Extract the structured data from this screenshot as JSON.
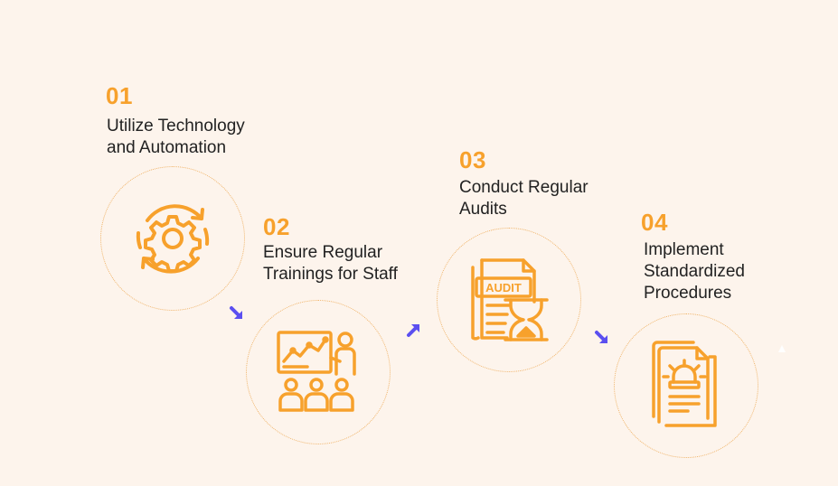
{
  "colors": {
    "accent": "#f7a12c",
    "arrow": "#5b4ff0",
    "background": "#fdf4ec",
    "text": "#222222"
  },
  "steps": [
    {
      "number": "01",
      "title_lines": [
        "Utilize Technology",
        "and Automation"
      ],
      "icon": "gear-cycle-icon"
    },
    {
      "number": "02",
      "title_lines": [
        "Ensure Regular",
        "Trainings for Staff"
      ],
      "icon": "training-presentation-icon"
    },
    {
      "number": "03",
      "title_lines": [
        "Conduct Regular",
        "Audits"
      ],
      "icon": "audit-hourglass-icon",
      "icon_text": "AUDIT"
    },
    {
      "number": "04",
      "title_lines": [
        "Implement",
        "Standardized",
        "Procedures"
      ],
      "icon": "alarm-document-icon"
    }
  ]
}
